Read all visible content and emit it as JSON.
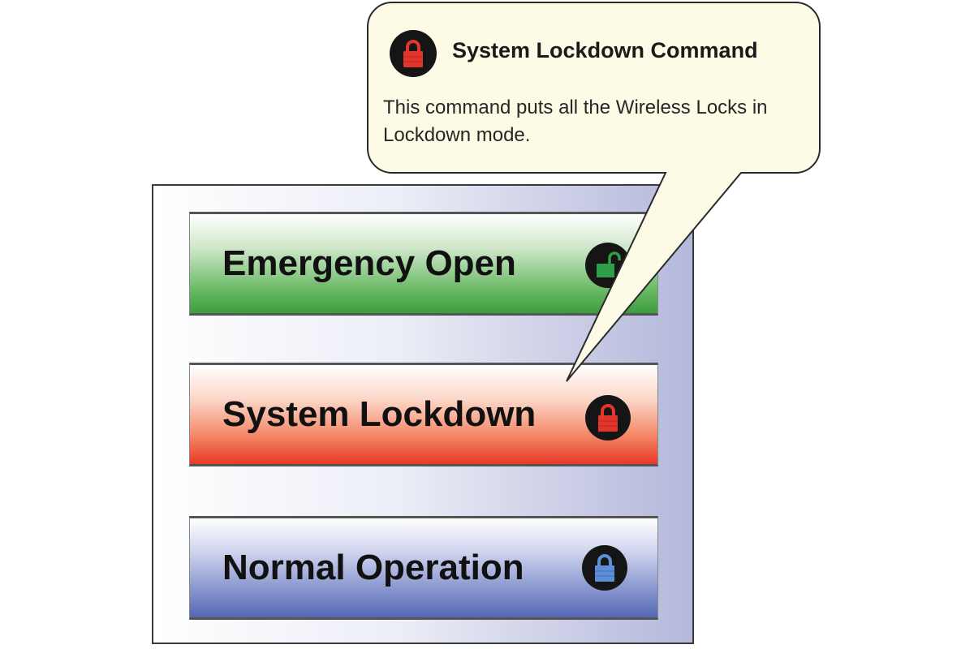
{
  "tooltip": {
    "icon": "lock-closed-icon",
    "icon_color": "#e2352b",
    "title": "System Lockdown Command",
    "body": "This command puts all the Wireless Locks in Lockdown mode.",
    "background": "#fdfbe6"
  },
  "panel": {
    "buttons": [
      {
        "label": "Emergency Open",
        "icon": "lock-open-icon",
        "icon_color": "#2f9e4a",
        "color": "#3c9e3e"
      },
      {
        "label": "System Lockdown",
        "icon": "lock-closed-icon",
        "icon_color": "#e2352b",
        "color": "#e83a26"
      },
      {
        "label": "Normal Operation",
        "icon": "lock-closed-icon",
        "icon_color": "#5b8fd6",
        "color": "#5368b5"
      }
    ]
  }
}
